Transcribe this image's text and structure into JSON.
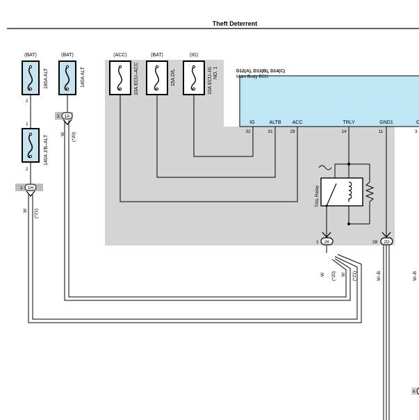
{
  "page": {
    "title": "Theft Deterrent"
  },
  "colors": {
    "shade": "#d4d4d4",
    "ecu_fill": "#bfe6f5",
    "fuse_fill": "#c7e3f0",
    "connector_fill": "#bdbdbd",
    "line": "#000000"
  },
  "fuses": {
    "f180": {
      "source": "(BAT)",
      "label": "180A ALT",
      "pin_bottom": "2"
    },
    "f140": {
      "source": "(BAT)",
      "label": "140A ALT"
    },
    "f140jb": {
      "label": "140A J/B–ALT",
      "pin_top": "1",
      "pin_bottom": "2"
    },
    "ecu_acc": {
      "source": "(ACC)",
      "label": "10A ECU–ACC"
    },
    "dl": {
      "source": "(BAT)",
      "label": "15A D/L"
    },
    "ecu_ig": {
      "source": "(IG)",
      "label_line1": "10A ECU–IG",
      "label_line2": "NO. 1"
    }
  },
  "ecu": {
    "code": "D12(A), D13(B), D14(C)",
    "name": "Main Body ECU",
    "terminals": [
      {
        "name": "IG",
        "pin": "32"
      },
      {
        "name": "ALTB",
        "pin": "31"
      },
      {
        "name": "ACC",
        "pin": "29"
      },
      {
        "name": "TRLY",
        "pin": "14"
      },
      {
        "name": "GND1",
        "pin": "11"
      }
    ],
    "cut_label": "G",
    "cut_pin": "3"
  },
  "relay": {
    "label": "TAIL Relay"
  },
  "connectors": {
    "c1a": {
      "pin": "1",
      "code": "1A"
    },
    "c1h": {
      "pin": "1",
      "code": "1H"
    },
    "c2k": {
      "pin": "1",
      "code": "2K"
    },
    "c2d": {
      "pin": "28",
      "code": "2D"
    },
    "c_right": {
      "pin": "6"
    }
  },
  "wires": {
    "w1a_color": "W",
    "w1a_note": "(*20)",
    "w1h_color": "W",
    "w1h_note": "(*21)",
    "w2k_color_a": "W",
    "w2k_note_a": "(*20)",
    "w2k_color_b": "W",
    "w2k_note_b": "(*21)",
    "w2d_color": "W–B",
    "w_right_color": "W–B"
  }
}
